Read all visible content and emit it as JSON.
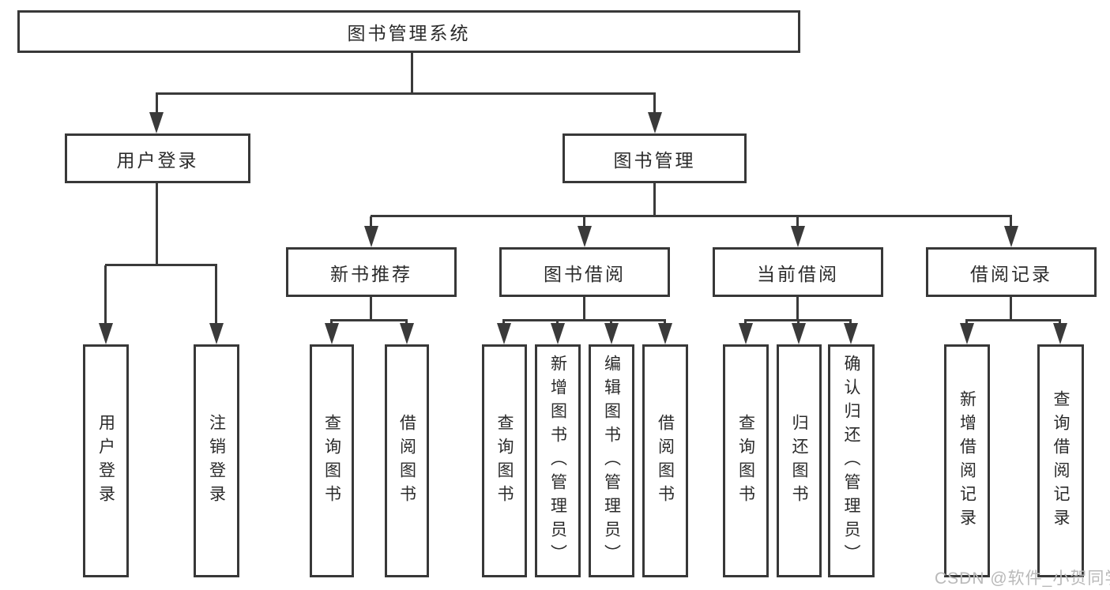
{
  "diagram": {
    "type": "hierarchy-tree",
    "tree": {
      "root": {
        "label": "图书管理系统",
        "children": [
          {
            "label": "用户登录",
            "children": [
              {
                "label": "用户登录"
              },
              {
                "label": "注销登录"
              }
            ]
          },
          {
            "label": "图书管理",
            "children": [
              {
                "label": "新书推荐",
                "children": [
                  {
                    "label": "查询图书"
                  },
                  {
                    "label": "借阅图书"
                  }
                ]
              },
              {
                "label": "图书借阅",
                "children": [
                  {
                    "label": "查询图书"
                  },
                  {
                    "label": "新增图书（管理员）"
                  },
                  {
                    "label": "编辑图书（管理员）"
                  },
                  {
                    "label": "借阅图书"
                  }
                ]
              },
              {
                "label": "当前借阅",
                "children": [
                  {
                    "label": "查询图书"
                  },
                  {
                    "label": "归还图书"
                  },
                  {
                    "label": "确认归还（管理员）"
                  }
                ]
              },
              {
                "label": "借阅记录",
                "children": [
                  {
                    "label": "新增借阅记录"
                  },
                  {
                    "label": "查询借阅记录"
                  }
                ]
              }
            ]
          }
        ]
      }
    },
    "colors": {
      "line": "#3a3a3a",
      "box_border": "#383838",
      "text": "#2b2b2b",
      "background": "#ffffff",
      "watermark": "#b9b9b9"
    }
  },
  "watermark": {
    "text": "CSDN @软件_小贺同学"
  }
}
